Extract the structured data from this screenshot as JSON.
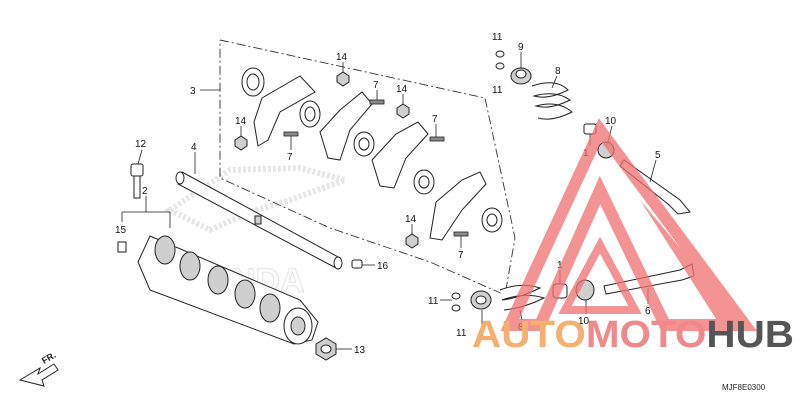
{
  "diagram": {
    "callouts": {
      "c3": "3",
      "c4": "4",
      "c12": "12",
      "c2": "2",
      "c15": "15",
      "c16": "16",
      "c13": "13",
      "c14a": "14",
      "c14b": "14",
      "c14c": "14",
      "c14d": "14",
      "c7a": "7",
      "c7b": "7",
      "c7c": "7",
      "c7d": "7",
      "c11a": "11",
      "c11b": "11",
      "c11c": "11",
      "c11d": "11",
      "c9a": "9",
      "c9b": "9",
      "c8a": "8",
      "c8b": "8",
      "c10a": "10",
      "c10b": "10",
      "c1a": "1",
      "c1b": "1",
      "c5": "5",
      "c6": "6"
    },
    "direction_label": "FR.",
    "diagram_code": "MJF8E0300"
  },
  "watermark": {
    "part1": "AUTO",
    "part2": "MOTO",
    "part3": "HUB",
    "colors": {
      "auto": "#f5b070",
      "moto": "#f08a8a",
      "hub": "#555555",
      "triangle": "#f07070"
    }
  }
}
